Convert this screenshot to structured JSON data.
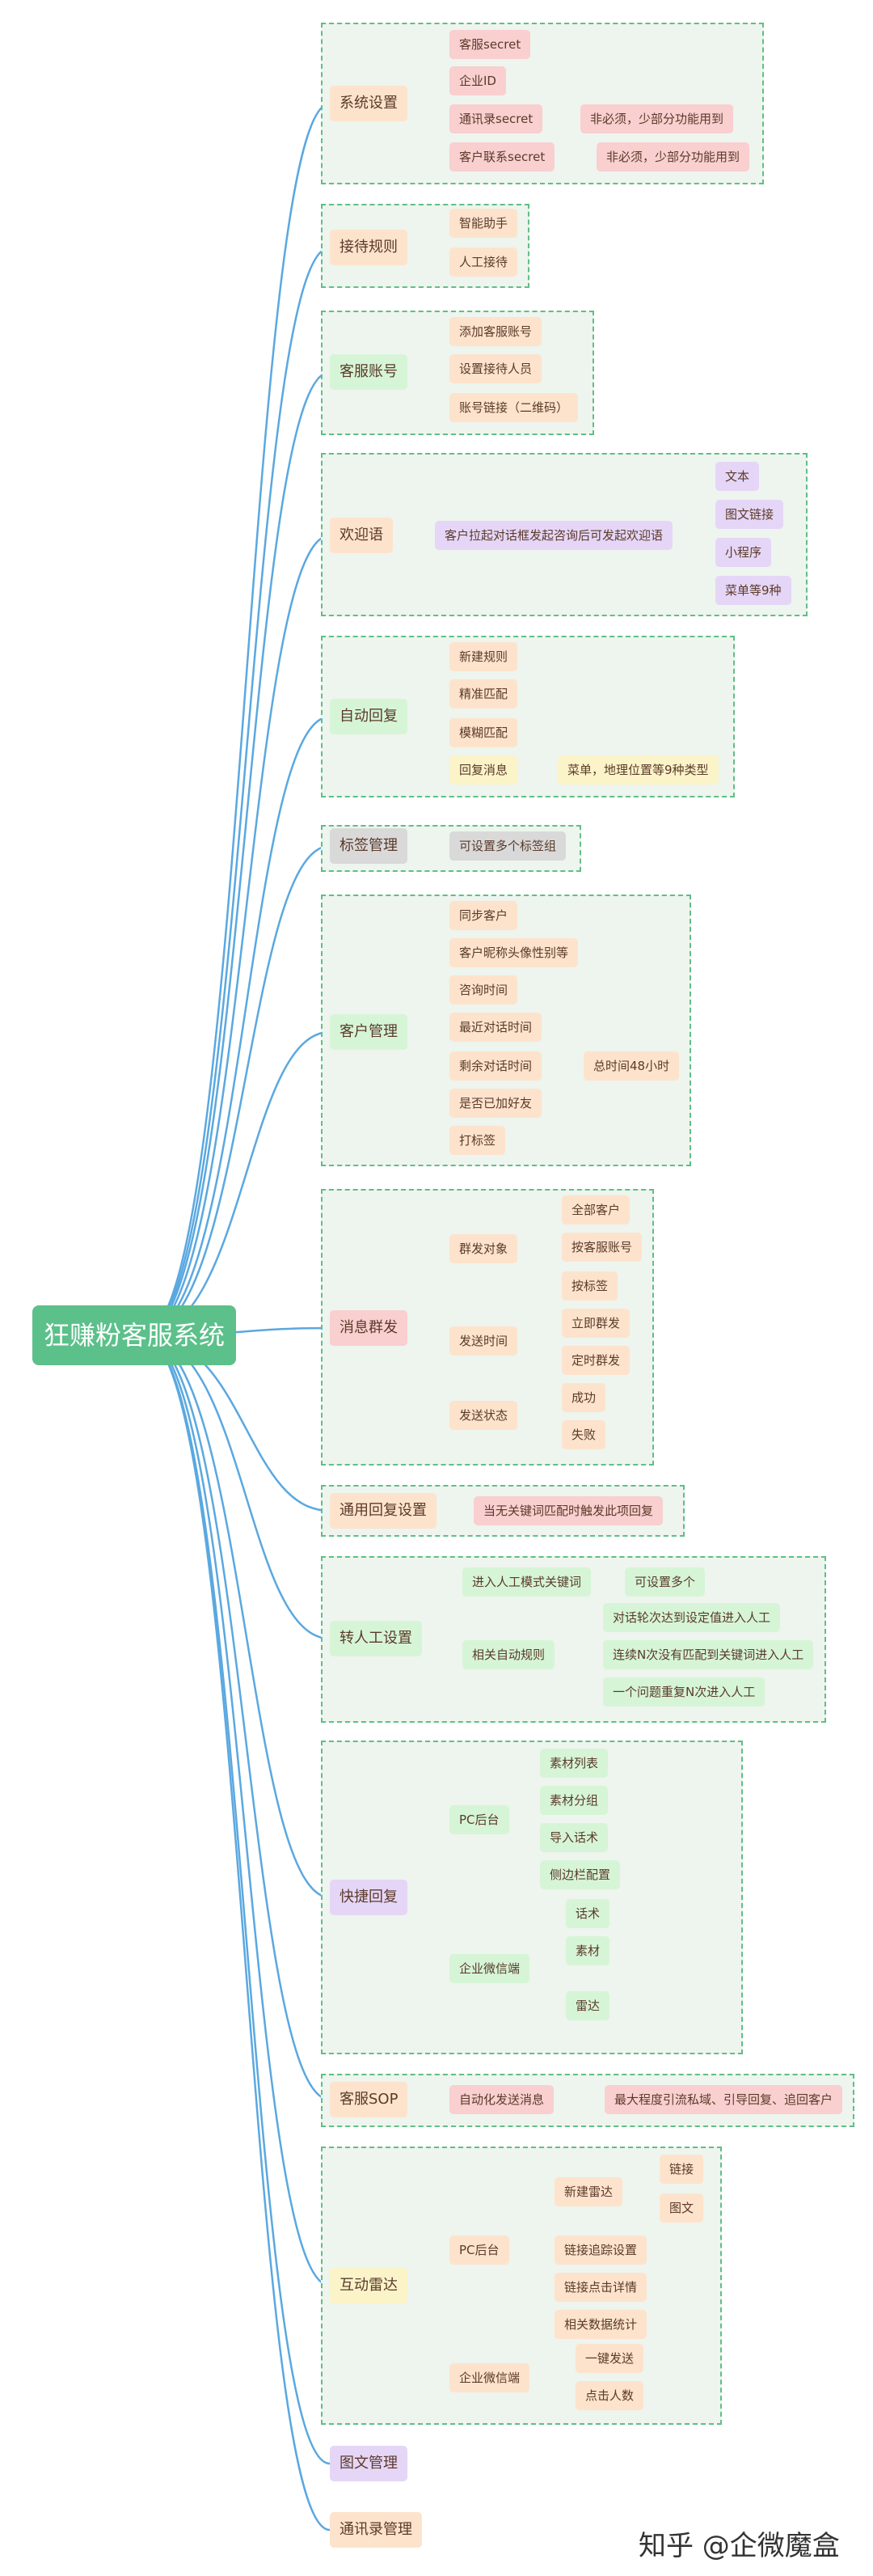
{
  "root": "狂赚粉客服系统",
  "watermark": "知乎 @企微魔盒",
  "colors": {
    "branch_line": "#5aa8e0",
    "inner_line": "#5cc08a",
    "box_bg": "#eef4ee",
    "box_border": "#5fbf86",
    "pink": "#f9cfcf",
    "peach": "#fde3cc",
    "lavender": "#e5d6f7",
    "mint": "#d6f5d6",
    "grey": "#d9d9d9",
    "yellow": "#fbf4c9"
  },
  "sections": [
    {
      "label": "系统设置",
      "color": "peach",
      "items": [
        {
          "label": "客服secret",
          "color": "pink"
        },
        {
          "label": "企业ID",
          "color": "pink"
        },
        {
          "label": "通讯录secret",
          "color": "pink",
          "children": [
            {
              "label": "非必须，少部分功能用到",
              "color": "pink"
            }
          ]
        },
        {
          "label": "客户联系secret",
          "color": "pink",
          "children": [
            {
              "label": "非必须，少部分功能用到",
              "color": "pink"
            }
          ]
        }
      ]
    },
    {
      "label": "接待规则",
      "color": "peach",
      "items": [
        {
          "label": "智能助手",
          "color": "peach"
        },
        {
          "label": "人工接待",
          "color": "peach"
        }
      ]
    },
    {
      "label": "客服账号",
      "color": "mint",
      "items": [
        {
          "label": "添加客服账号",
          "color": "peach"
        },
        {
          "label": "设置接待人员",
          "color": "peach"
        },
        {
          "label": "账号链接（二维码）",
          "color": "peach"
        }
      ]
    },
    {
      "label": "欢迎语",
      "color": "peach",
      "items": [
        {
          "label": "客户拉起对话框发起咨询后可发起欢迎语",
          "color": "lavender",
          "children": [
            {
              "label": "文本",
              "color": "lavender"
            },
            {
              "label": "图文链接",
              "color": "lavender"
            },
            {
              "label": "小程序",
              "color": "lavender"
            },
            {
              "label": "菜单等9种",
              "color": "lavender"
            }
          ]
        }
      ]
    },
    {
      "label": "自动回复",
      "color": "mint",
      "items": [
        {
          "label": "新建规则",
          "color": "peach"
        },
        {
          "label": "精准匹配",
          "color": "peach"
        },
        {
          "label": "模糊匹配",
          "color": "peach"
        },
        {
          "label": "回复消息",
          "color": "yellow",
          "children": [
            {
              "label": "菜单，地理位置等9种类型",
              "color": "yellow"
            }
          ]
        }
      ]
    },
    {
      "label": "标签管理",
      "color": "grey",
      "items": [
        {
          "label": "可设置多个标签组",
          "color": "grey"
        }
      ]
    },
    {
      "label": "客户管理",
      "color": "mint",
      "items": [
        {
          "label": "同步客户",
          "color": "peach"
        },
        {
          "label": "客户昵称头像性别等",
          "color": "peach"
        },
        {
          "label": "咨询时间",
          "color": "peach"
        },
        {
          "label": "最近对话时间",
          "color": "peach"
        },
        {
          "label": "剩余对话时间",
          "color": "peach",
          "children": [
            {
              "label": "总时间48小时",
              "color": "peach"
            }
          ]
        },
        {
          "label": "是否已加好友",
          "color": "peach"
        },
        {
          "label": "打标签",
          "color": "peach"
        }
      ]
    },
    {
      "label": "消息群发",
      "color": "pink",
      "items": [
        {
          "label": "群发对象",
          "color": "peach",
          "children": [
            {
              "label": "全部客户",
              "color": "peach"
            },
            {
              "label": "按客服账号",
              "color": "peach"
            },
            {
              "label": "按标签",
              "color": "peach"
            }
          ]
        },
        {
          "label": "发送时间",
          "color": "peach",
          "children": [
            {
              "label": "立即群发",
              "color": "peach"
            },
            {
              "label": "定时群发",
              "color": "peach"
            }
          ]
        },
        {
          "label": "发送状态",
          "color": "peach",
          "children": [
            {
              "label": "成功",
              "color": "peach"
            },
            {
              "label": "失败",
              "color": "peach"
            }
          ]
        }
      ]
    },
    {
      "label": "通用回复设置",
      "color": "peach",
      "items": [
        {
          "label": "当无关键词匹配时触发此项回复",
          "color": "pink"
        }
      ]
    },
    {
      "label": "转人工设置",
      "color": "mint",
      "items": [
        {
          "label": "进入人工模式关键词",
          "color": "mint",
          "children": [
            {
              "label": "可设置多个",
              "color": "mint"
            }
          ]
        },
        {
          "label": "相关自动规则",
          "color": "mint",
          "children": [
            {
              "label": "对话轮次达到设定值进入人工",
              "color": "mint"
            },
            {
              "label": "连续N次没有匹配到关键词进入人工",
              "color": "mint"
            },
            {
              "label": "一个问题重复N次进入人工",
              "color": "mint"
            }
          ]
        }
      ]
    },
    {
      "label": "快捷回复",
      "color": "lavender",
      "items": [
        {
          "label": "PC后台",
          "color": "mint",
          "children": [
            {
              "label": "素材列表",
              "color": "mint"
            },
            {
              "label": "素材分组",
              "color": "mint"
            },
            {
              "label": "导入话术",
              "color": "mint"
            },
            {
              "label": "侧边栏配置",
              "color": "mint"
            }
          ]
        },
        {
          "label": "企业微信端",
          "color": "mint",
          "children": [
            {
              "label": "话术",
              "color": "mint",
              "children": [
                {
                  "label": "一键发送",
                  "color": "mint"
                }
              ]
            },
            {
              "label": "素材",
              "color": "mint"
            },
            {
              "label": "雷达",
              "color": "mint",
              "children": [
                {
                  "label": "一键发送",
                  "color": "mint"
                },
                {
                  "label": "点击人数",
                  "color": "mint"
                }
              ]
            }
          ]
        }
      ]
    },
    {
      "label": "客服SOP",
      "color": "peach",
      "items": [
        {
          "label": "自动化发送消息",
          "color": "pink",
          "children": [
            {
              "label": "最大程度引流私域、引导回复、追回客户",
              "color": "pink"
            }
          ]
        }
      ]
    },
    {
      "label": "互动雷达",
      "color": "yellow",
      "items": [
        {
          "label": "PC后台",
          "color": "peach",
          "children": [
            {
              "label": "新建雷达",
              "color": "peach",
              "children": [
                {
                  "label": "链接",
                  "color": "peach"
                },
                {
                  "label": "图文",
                  "color": "peach"
                }
              ]
            },
            {
              "label": "链接追踪设置",
              "color": "peach"
            },
            {
              "label": "链接点击详情",
              "color": "peach"
            },
            {
              "label": "相关数据统计",
              "color": "peach"
            }
          ]
        },
        {
          "label": "企业微信端",
          "color": "peach",
          "children": [
            {
              "label": "一键发送",
              "color": "peach"
            },
            {
              "label": "点击人数",
              "color": "peach"
            }
          ]
        }
      ]
    },
    {
      "label": "图文管理",
      "color": "lavender",
      "items": []
    },
    {
      "label": "通讯录管理",
      "color": "peach",
      "items": []
    }
  ]
}
